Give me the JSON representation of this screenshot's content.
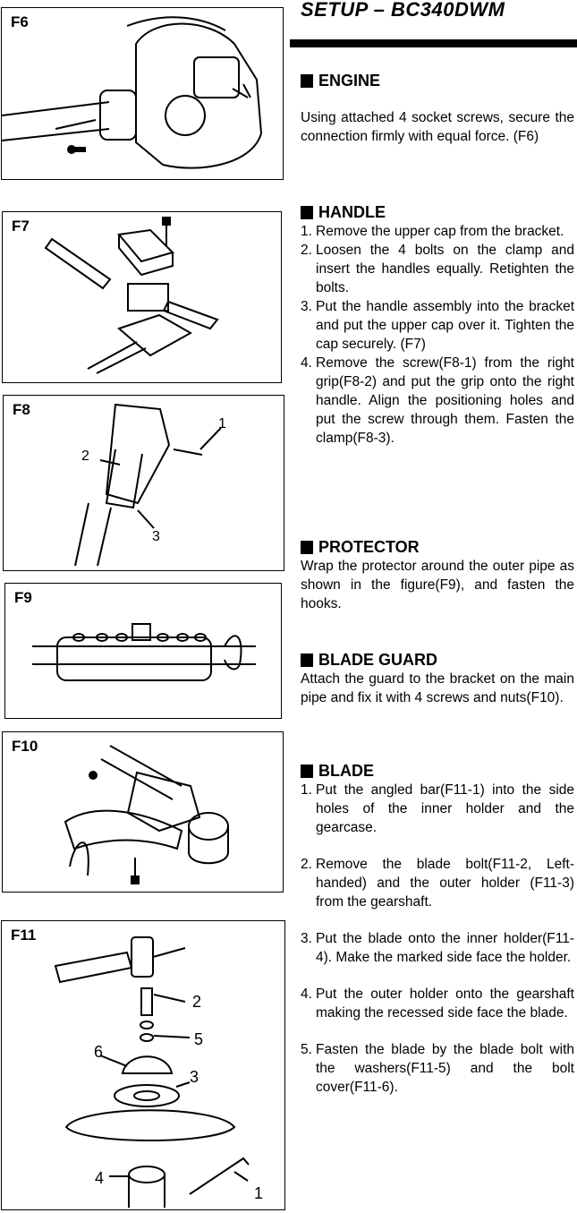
{
  "page_title": "SETUP – BC340DWM",
  "figures": {
    "f6": "F6",
    "f7": "F7",
    "f8": {
      "label": "F8",
      "callouts": [
        "1",
        "2",
        "3"
      ]
    },
    "f9": "F9",
    "f10": "F10",
    "f11": {
      "label": "F11",
      "callouts": [
        "2",
        "5",
        "6",
        "3",
        "4",
        "1"
      ]
    }
  },
  "sections": {
    "engine": {
      "heading": "ENGINE",
      "text": "Using attached 4 socket screws, secure the connection firmly with equal force. (F6)"
    },
    "handle": {
      "heading": "HANDLE",
      "steps": [
        {
          "num": "1.",
          "text": "Remove the upper cap from the bracket."
        },
        {
          "num": "2.",
          "text": "Loosen the 4 bolts on the clamp and insert the handles equally. Retighten the bolts."
        },
        {
          "num": "3.",
          "text": "Put the handle assembly into the bracket and put the upper cap over it. Tighten the cap securely. (F7)"
        },
        {
          "num": "4.",
          "text": "Remove the screw(F8-1) from the right grip(F8-2) and put the grip onto the right handle. Align the positioning holes and put the screw through them. Fasten the clamp(F8-3)."
        }
      ]
    },
    "protector": {
      "heading": "PROTECTOR",
      "text": "Wrap the protector around the outer pipe as shown in the figure(F9), and fasten the hooks."
    },
    "blade_guard": {
      "heading": "BLADE GUARD",
      "text": "Attach the guard to the bracket on the main pipe and fix it with 4 screws and nuts(F10)."
    },
    "blade": {
      "heading": "BLADE",
      "steps": [
        {
          "num": "1.",
          "text": "Put the angled bar(F11-1) into the side holes of the inner holder and the gearcase."
        },
        {
          "num": "2.",
          "text": "Remove the blade bolt(F11-2, Left-handed) and the outer holder (F11-3) from the gearshaft."
        },
        {
          "num": "3.",
          "text": "Put the blade onto the inner holder(F11-4). Make the marked side face the holder."
        },
        {
          "num": "4.",
          "text": "Put the outer holder onto the gearshaft making the recessed side face the blade."
        },
        {
          "num": "5.",
          "text": "Fasten the blade by the blade bolt with the washers(F11-5) and the bolt cover(F11-6)."
        }
      ]
    }
  }
}
